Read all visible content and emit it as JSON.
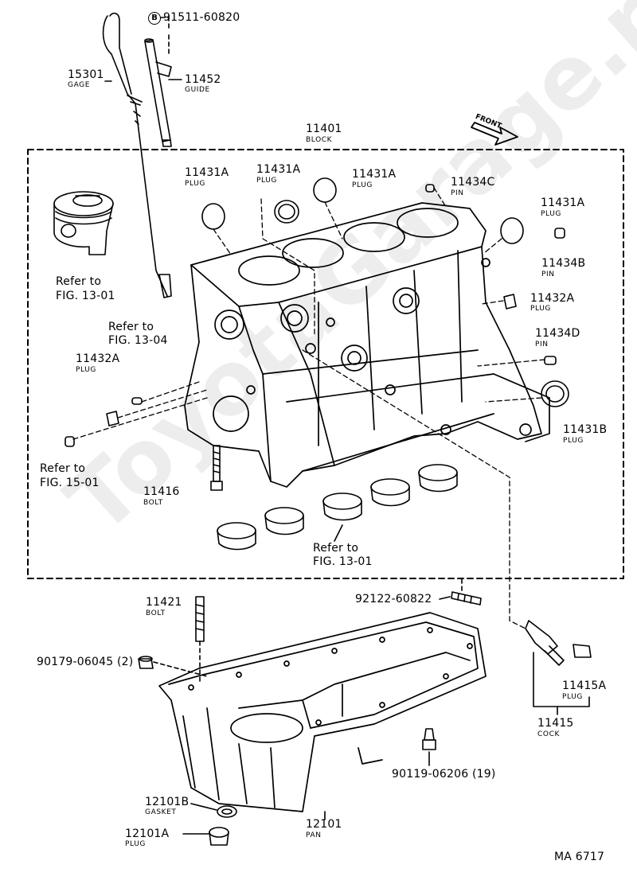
{
  "watermark": "ToyotaGarage.ru",
  "diagram_code": "MA 6717",
  "front_label": "FRONT",
  "bolt_mark": "B",
  "parts": {
    "p91511": {
      "number": "91511-60820"
    },
    "p15301": {
      "number": "15301",
      "name": "GAGE"
    },
    "p11452": {
      "number": "11452",
      "name": "GUIDE"
    },
    "p11401": {
      "number": "11401",
      "name": "BLOCK"
    },
    "p11431a_1": {
      "number": "11431A",
      "name": "PLUG"
    },
    "p11431a_2": {
      "number": "11431A",
      "name": "PLUG"
    },
    "p11431a_3": {
      "number": "11431A",
      "name": "PLUG"
    },
    "p11434c": {
      "number": "11434C",
      "name": "PIN"
    },
    "p11431a_4": {
      "number": "11431A",
      "name": "PLUG"
    },
    "p11434b": {
      "number": "11434B",
      "name": "PIN"
    },
    "p11432a_r": {
      "number": "11432A",
      "name": "PLUG"
    },
    "p11434d": {
      "number": "11434D",
      "name": "PIN"
    },
    "p11431b": {
      "number": "11431B",
      "name": "PLUG"
    },
    "p11432a_l": {
      "number": "11432A",
      "name": "PLUG"
    },
    "p11416": {
      "number": "11416",
      "name": "BOLT"
    },
    "p11421": {
      "number": "11421",
      "name": "BOLT"
    },
    "p90179": {
      "number": "90179-06045 (2)"
    },
    "p92122": {
      "number": "92122-60822"
    },
    "p11415a": {
      "number": "11415A",
      "name": "PLUG"
    },
    "p11415": {
      "number": "11415",
      "name": "COCK"
    },
    "p90119": {
      "number": "90119-06206 (19)"
    },
    "p12101b": {
      "number": "12101B",
      "name": "GASKET"
    },
    "p12101": {
      "number": "12101",
      "name": "PAN"
    },
    "p12101a": {
      "number": "12101A",
      "name": "PLUG"
    }
  },
  "refs": {
    "r1301a": {
      "line1": "Refer to",
      "line2": "FIG. 13-01"
    },
    "r1304": {
      "line1": "Refer to",
      "line2": "FIG. 13-04"
    },
    "r1501": {
      "line1": "Refer to",
      "line2": "FIG. 15-01"
    },
    "r1301b": {
      "line1": "Refer to",
      "line2": "FIG. 13-01"
    }
  }
}
